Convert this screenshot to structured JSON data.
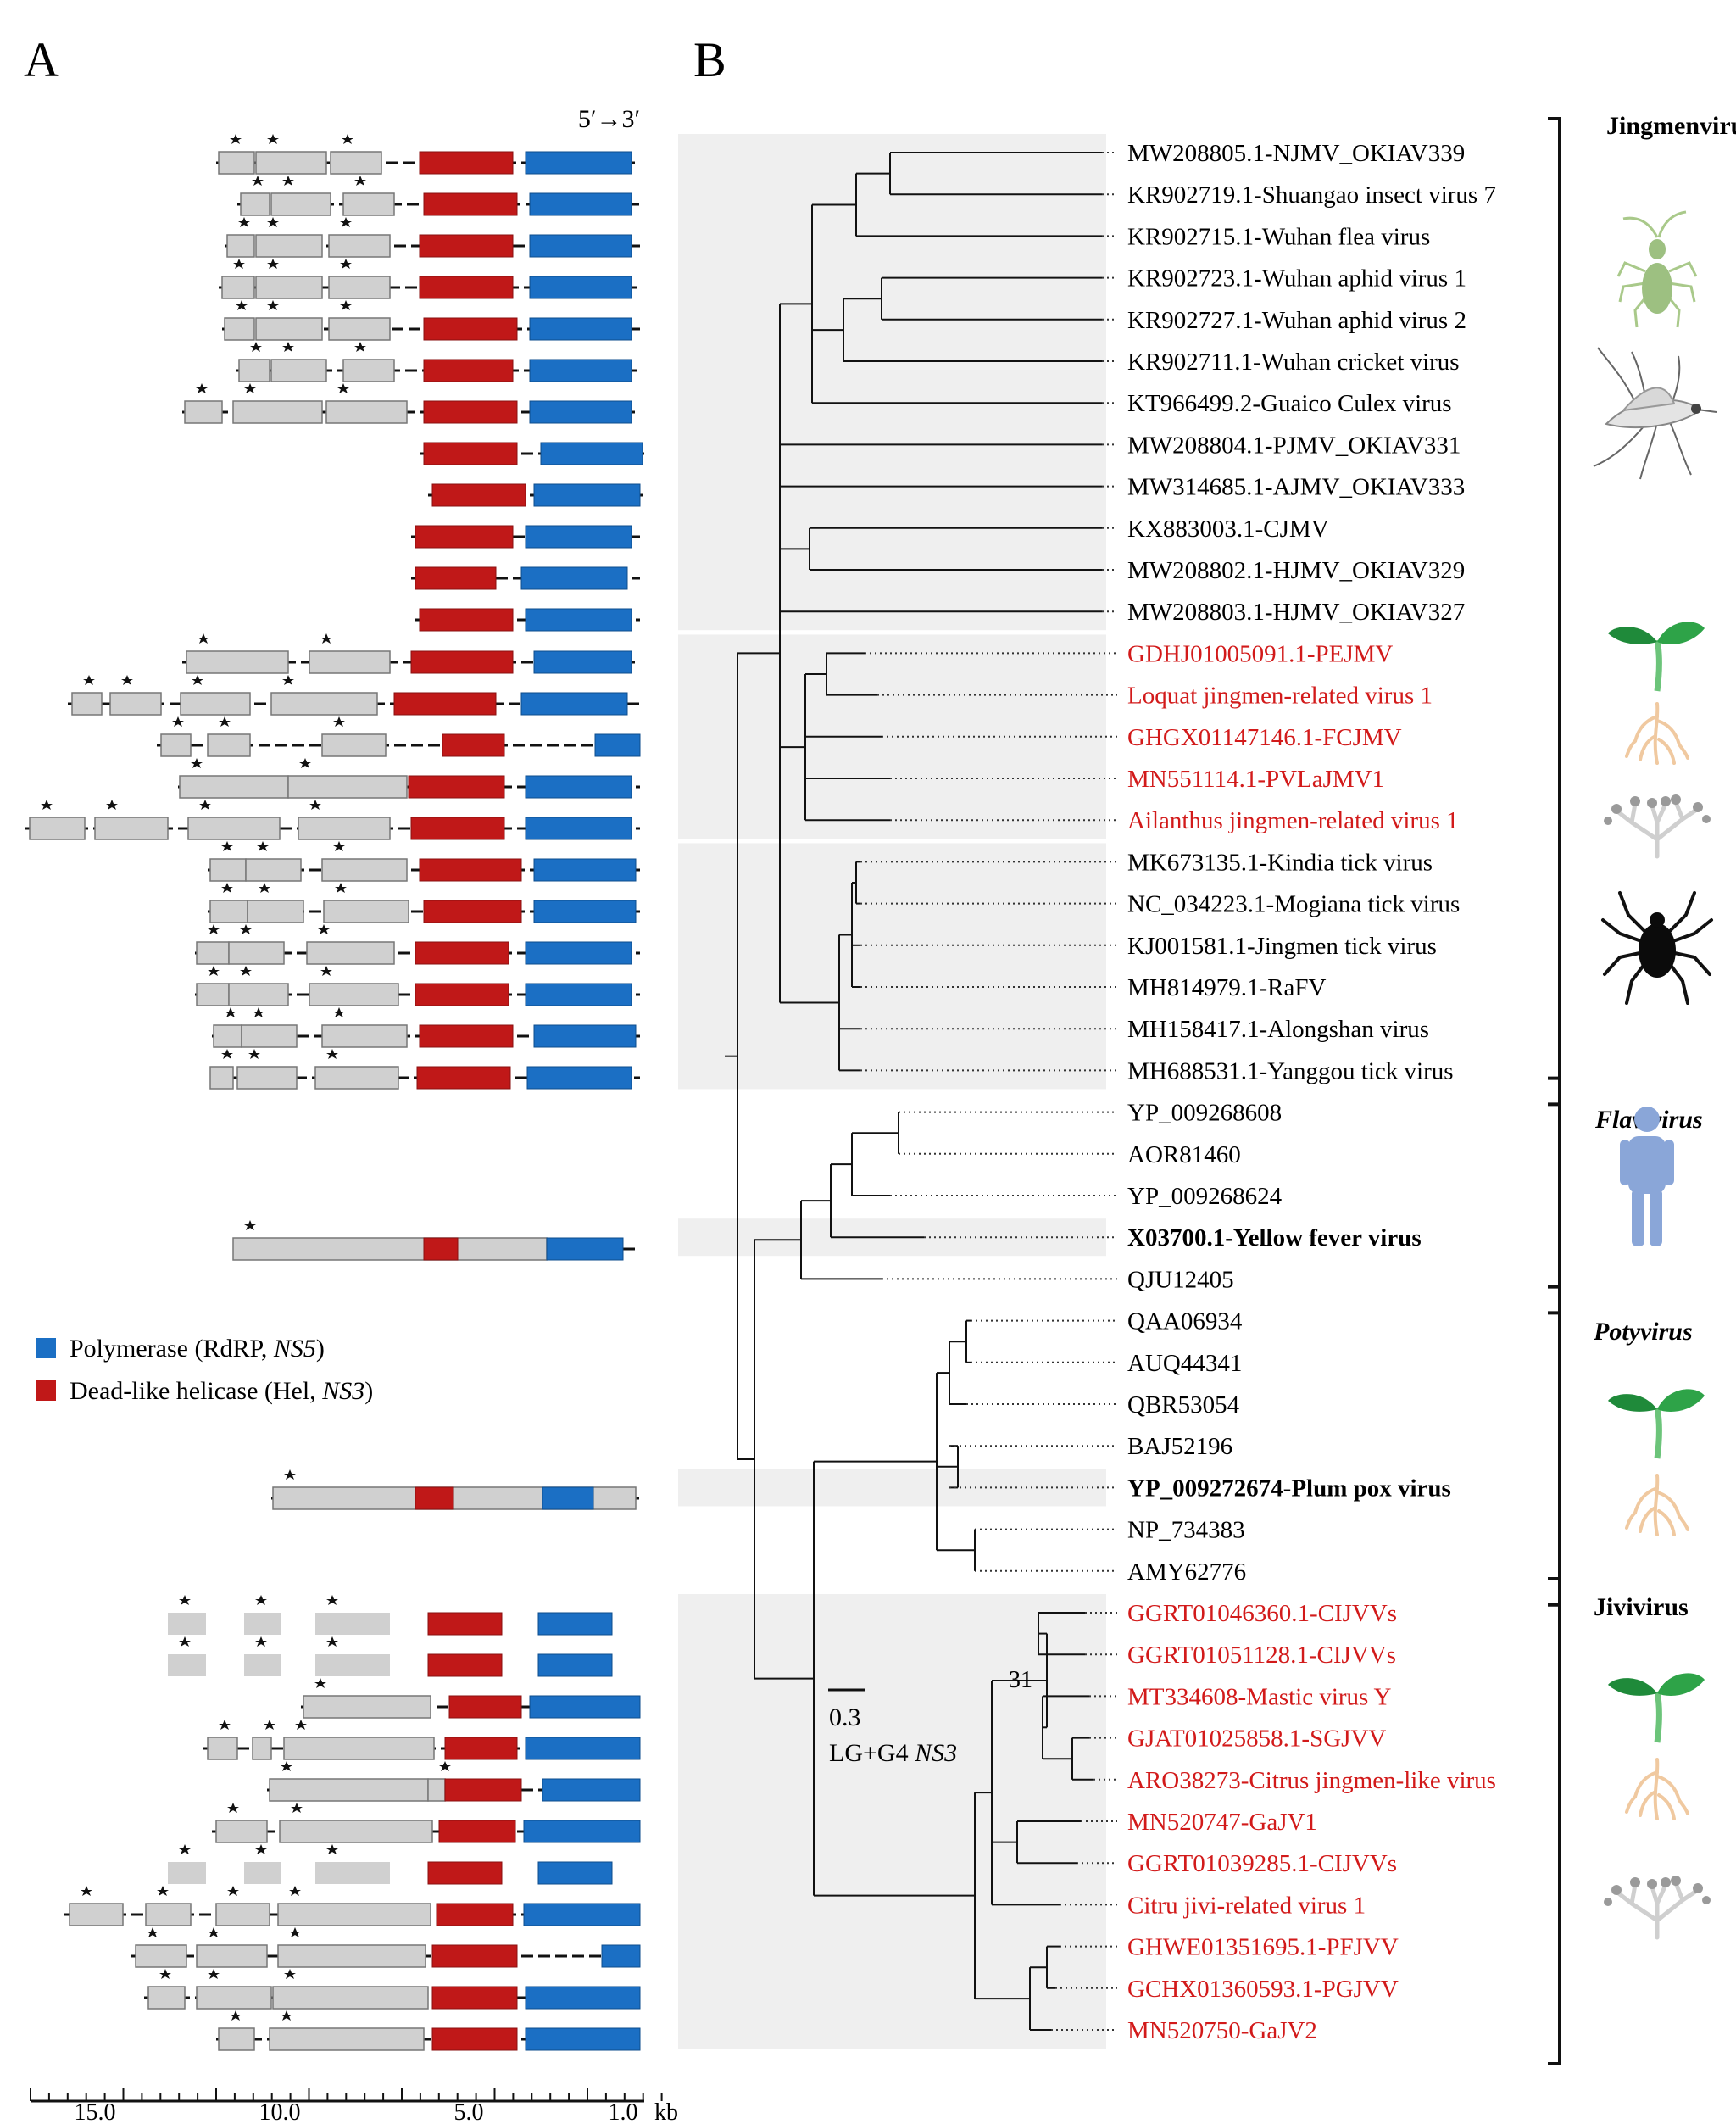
{
  "panels": {
    "a": "A",
    "b": "B"
  },
  "orientation": "5′→3′",
  "axis": {
    "ticks": [
      "15.0",
      "10.0",
      "5.0",
      "1.0"
    ],
    "unit": "kb"
  },
  "legend": {
    "items": [
      {
        "text": "Polymerase (RdRP, ",
        "italic": "NS5",
        "tail": ")",
        "color": "#1b6fc4"
      },
      {
        "text": "Dead-like helicase (Hel, ",
        "italic": "NS3",
        "tail": ")",
        "color": "#c01818"
      }
    ]
  },
  "colors": {
    "rdrp": "#1b6fc4",
    "helicase": "#c01818",
    "gene_box": "#d0d0d0",
    "highlight_band": "#efefef",
    "red_label": "#d21a1a"
  },
  "tree": {
    "scale_value": "0.3",
    "model_prefix": "LG+G4 ",
    "model_gene": "NS3",
    "bootstrap": "31",
    "taxa": [
      {
        "label": "MW208805.1-NJMV_OKIAV339",
        "style": "normal"
      },
      {
        "label": "KR902719.1-Shuangao insect virus 7",
        "style": "normal"
      },
      {
        "label": "KR902715.1-Wuhan flea virus",
        "style": "normal"
      },
      {
        "label": "KR902723.1-Wuhan aphid virus 1",
        "style": "normal"
      },
      {
        "label": "KR902727.1-Wuhan aphid virus 2",
        "style": "normal"
      },
      {
        "label": "KR902711.1-Wuhan cricket virus",
        "style": "normal"
      },
      {
        "label": "KT966499.2-Guaico Culex virus",
        "style": "normal"
      },
      {
        "label": "MW208804.1-PJMV_OKIAV331",
        "style": "normal"
      },
      {
        "label": "MW314685.1-AJMV_OKIAV333",
        "style": "normal"
      },
      {
        "label": "KX883003.1-CJMV",
        "style": "normal"
      },
      {
        "label": "MW208802.1-HJMV_OKIAV329",
        "style": "normal"
      },
      {
        "label": "MW208803.1-HJMV_OKIAV327",
        "style": "normal"
      },
      {
        "label": "GDHJ01005091.1-PEJMV",
        "style": "red"
      },
      {
        "label": "Loquat jingmen-related virus 1",
        "style": "red"
      },
      {
        "label": "GHGX01147146.1-FCJMV",
        "style": "red"
      },
      {
        "label": "MN551114.1-PVLaJMV1",
        "style": "red"
      },
      {
        "label": "Ailanthus jingmen-related virus 1",
        "style": "red"
      },
      {
        "label": "MK673135.1-Kindia tick virus",
        "style": "normal"
      },
      {
        "label": "NC_034223.1-Mogiana tick virus",
        "style": "normal"
      },
      {
        "label": "KJ001581.1-Jingmen tick virus",
        "style": "normal"
      },
      {
        "label": "MH814979.1-RaFV",
        "style": "normal"
      },
      {
        "label": "MH158417.1-Alongshan virus",
        "style": "normal"
      },
      {
        "label": "MH688531.1-Yanggou tick virus",
        "style": "normal"
      },
      {
        "label": "YP_009268608",
        "style": "normal"
      },
      {
        "label": "AOR81460",
        "style": "normal"
      },
      {
        "label": "YP_009268624",
        "style": "normal"
      },
      {
        "label": "X03700.1-Yellow fever virus",
        "style": "bold"
      },
      {
        "label": "QJU12405",
        "style": "normal"
      },
      {
        "label": "QAA06934",
        "style": "normal"
      },
      {
        "label": "AUQ44341",
        "style": "normal"
      },
      {
        "label": "QBR53054",
        "style": "normal"
      },
      {
        "label": "BAJ52196",
        "style": "normal"
      },
      {
        "label": "YP_009272674-Plum pox virus",
        "style": "bold"
      },
      {
        "label": "NP_734383",
        "style": "normal"
      },
      {
        "label": "AMY62776",
        "style": "normal"
      },
      {
        "label": "GGRT01046360.1-CIJVVs",
        "style": "red"
      },
      {
        "label": "GGRT01051128.1-CIJVVs",
        "style": "red"
      },
      {
        "label": "MT334608-Mastic virus Y",
        "style": "red"
      },
      {
        "label": "GJAT01025858.1-SGJVV",
        "style": "red"
      },
      {
        "label": "ARO38273-Citrus jingmen-like virus",
        "style": "red"
      },
      {
        "label": "MN520747-GaJV1",
        "style": "red"
      },
      {
        "label": "GGRT01039285.1-CIJVVs",
        "style": "red"
      },
      {
        "label": "Citru jivi-related virus 1",
        "style": "red"
      },
      {
        "label": "GHWE01351695.1-PFJVV",
        "style": "red"
      },
      {
        "label": "GCHX01360593.1-PGJVV",
        "style": "red"
      },
      {
        "label": "MN520750-GaJV2",
        "style": "red"
      }
    ]
  },
  "groups": [
    {
      "label": "Jingmenvirus",
      "italic": false,
      "host_icons": [
        "aphid-icon",
        "mosquito-icon",
        "plant-icon",
        "plant-root-icon",
        "fungus-icon",
        "tick-icon"
      ]
    },
    {
      "label": "Flavivirus",
      "italic": true,
      "host_icons": [
        "human-icon"
      ]
    },
    {
      "label": "Potyvirus",
      "italic": true,
      "host_icons": [
        "plant-icon",
        "plant-root-icon"
      ]
    },
    {
      "label": "Jivivirus",
      "italic": false,
      "host_icons": [
        "plant-icon",
        "plant-root-icon",
        "fungus-icon"
      ]
    }
  ]
}
